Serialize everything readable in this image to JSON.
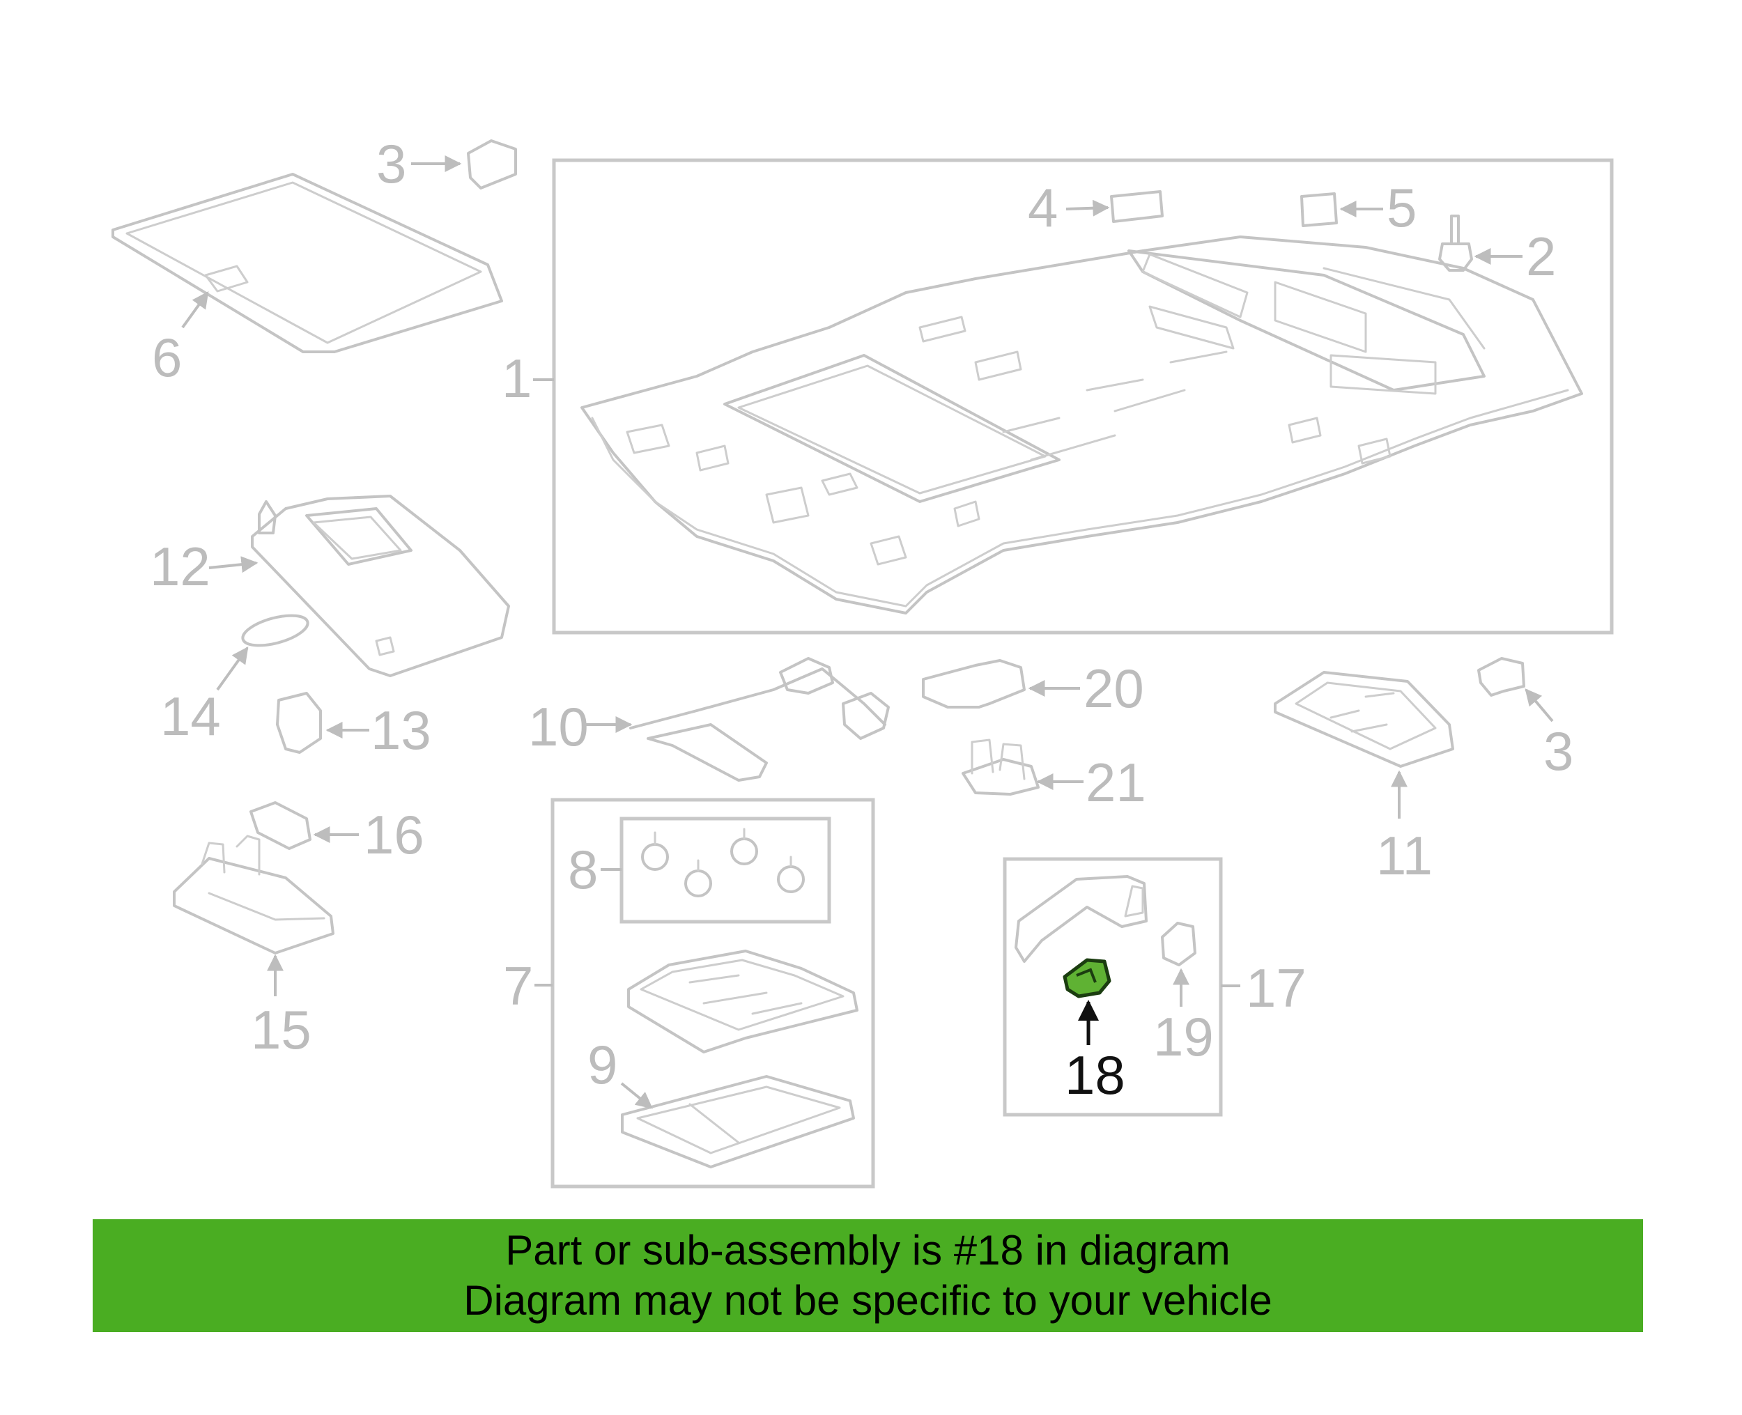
{
  "colors": {
    "banner_bg": "#4aad22",
    "highlight_fill": "#5fb233",
    "part_stroke": "#c4c4c4",
    "callout_gray": "#bcbcbc",
    "callout_highlight": "#111111"
  },
  "highlighted_part": "18",
  "callouts": {
    "c1": "1",
    "c2": "2",
    "c3a": "3",
    "c3b": "3",
    "c4": "4",
    "c5": "5",
    "c6": "6",
    "c7": "7",
    "c8": "8",
    "c9": "9",
    "c10": "10",
    "c11": "11",
    "c12": "12",
    "c13": "13",
    "c14": "14",
    "c15": "15",
    "c16": "16",
    "c17": "17",
    "c18": "18",
    "c19": "19",
    "c20": "20",
    "c21": "21"
  },
  "banner": {
    "line1": "Part or sub-assembly is #18 in diagram",
    "line2": "Diagram may not be specific to your vehicle"
  }
}
